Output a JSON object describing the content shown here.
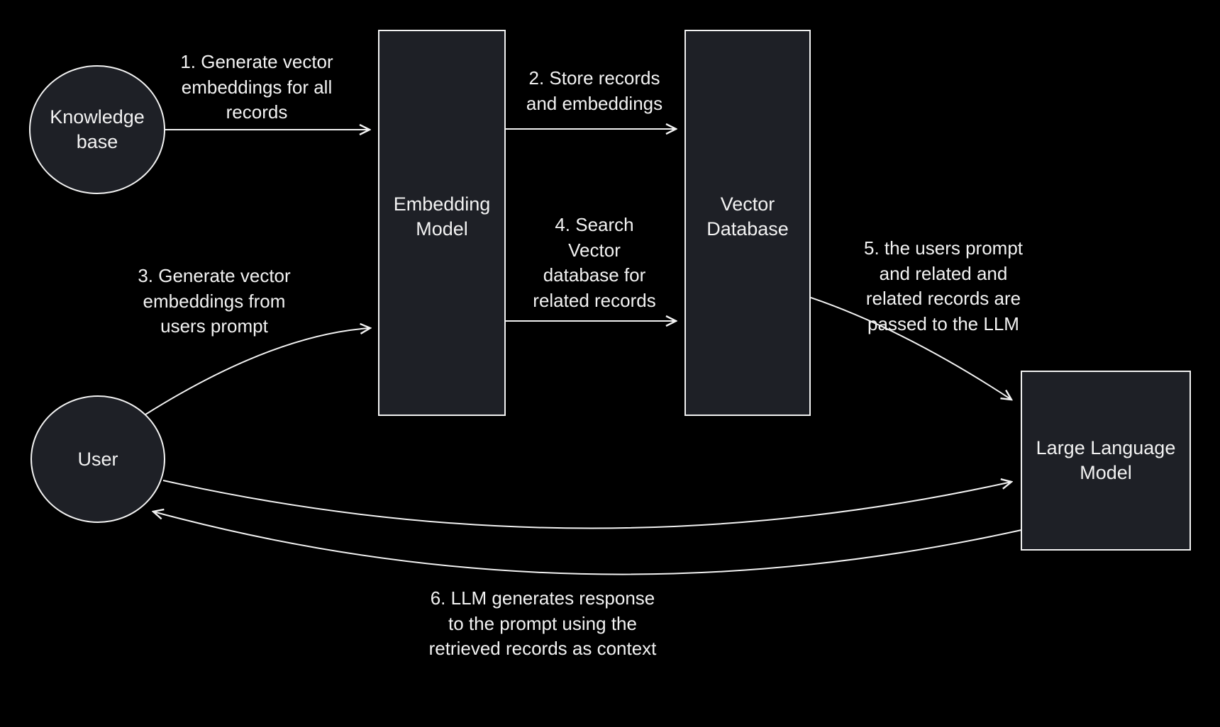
{
  "canvas": {
    "background_color": "#000000",
    "node_fill_color": "#1e2026",
    "stroke_color": "#f2f2f2",
    "text_color": "#f2f2f2"
  },
  "nodes": {
    "knowledge_base": {
      "lines": [
        "Knowledge",
        "base"
      ]
    },
    "embedding_model": {
      "lines": [
        "Embedding",
        "Model"
      ]
    },
    "vector_database": {
      "lines": [
        "Vector",
        "Database"
      ]
    },
    "user": {
      "lines": [
        "User"
      ]
    },
    "large_language_model": {
      "lines": [
        "Large Language",
        "Model"
      ]
    }
  },
  "steps": {
    "step1": {
      "lines": [
        "1. Generate vector",
        "embeddings for all",
        "records"
      ]
    },
    "step2": {
      "lines": [
        "2. Store records",
        "and embeddings"
      ]
    },
    "step3": {
      "lines": [
        "3. Generate vector",
        "embeddings from",
        "users prompt"
      ]
    },
    "step4": {
      "lines": [
        "4. Search",
        "Vector",
        "database for",
        "related records"
      ]
    },
    "step5": {
      "lines": [
        "5. the users prompt",
        "and related and",
        "related records are",
        "passed to the LLM"
      ]
    },
    "step6": {
      "lines": [
        "6. LLM generates response",
        "to the prompt using the",
        "retrieved records as context"
      ]
    }
  }
}
